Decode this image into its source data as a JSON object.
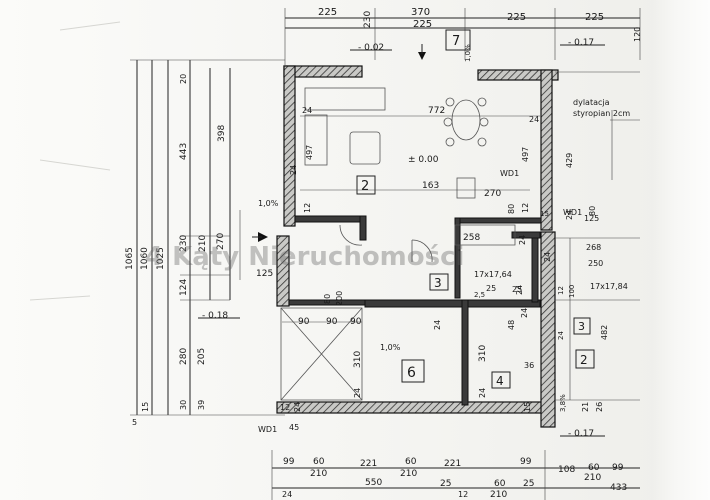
{
  "top_dims": [
    "225",
    "230",
    "370",
    "225",
    "225",
    "225"
  ],
  "levels": {
    "upper_left": "- 0.02",
    "upper_right": "- 0.17",
    "left": "- 0.18",
    "bottom_right": "- 0.17",
    "main_floor": "± 0.00"
  },
  "left_dims": [
    "1065",
    "1060",
    "1025",
    "443",
    "398",
    "20",
    "230",
    "270",
    "124",
    "280",
    "205",
    "5",
    "15",
    "30",
    "210",
    "39"
  ],
  "rooms": {
    "room_7": "7",
    "room_2": "2",
    "room_3": "3",
    "room_6": "6",
    "room_4": "4",
    "room_2_neighbor": "2",
    "room_3_neighbor": "3"
  },
  "interior_dims": [
    "772",
    "24",
    "24",
    "497",
    "497",
    "163",
    "270",
    "24",
    "12",
    "80",
    "12",
    "15",
    "258",
    "24",
    "17x17,64",
    "25",
    "25",
    "24",
    "2,5",
    "125",
    "80",
    "200",
    "90",
    "90",
    "90",
    "310",
    "24",
    "24",
    "310",
    "24",
    "48",
    "24",
    "36",
    "12",
    "24",
    "15",
    "45",
    "24",
    "1,0%",
    "1,0%",
    "1,0%",
    "120",
    "429",
    "24",
    "268",
    "250",
    "17x17,84",
    "100",
    "482",
    "12",
    "24",
    "21",
    "26",
    "3,8%",
    "125",
    "80"
  ],
  "annotations": {
    "dilatation": "dylatacja",
    "styrofoam": "styropian 2cm",
    "window_label_1": "WD1",
    "window_label_2": "WD1",
    "window_label_3": "WD1"
  },
  "bottom_dims": [
    "99",
    "60",
    "210",
    "221",
    "60",
    "210",
    "221",
    "99",
    "550",
    "25",
    "60",
    "210",
    "25",
    "108",
    "60",
    "210",
    "433",
    "99",
    "24",
    "12"
  ],
  "watermark": "4 Kąty Nieruchomości"
}
